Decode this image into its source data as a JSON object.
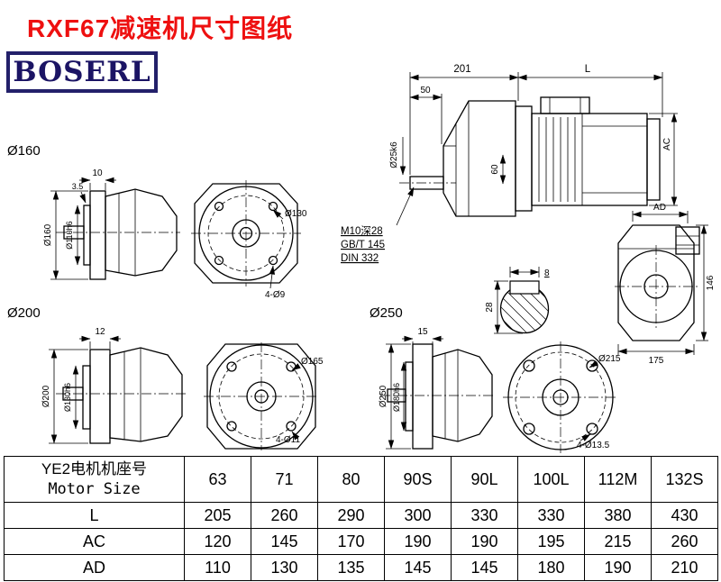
{
  "page": {
    "title": "RXF67减速机尺寸图纸",
    "logo_text": "BOSERL"
  },
  "main_view": {
    "dim_201": "201",
    "dim_L": "L",
    "dim_50": "50",
    "dim_shaft": "Ø25k6",
    "dim_60": "60",
    "dim_AC": "AC",
    "note_thread": "M10深28",
    "note_gb": "GB/T 145",
    "note_din": "DIN 332"
  },
  "keyway_view": {
    "dim_width": "8",
    "dim_height": "28"
  },
  "end_view": {
    "dim_AD": "AD",
    "dim_146": "146",
    "dim_175": "175"
  },
  "flange_160": {
    "label": "Ø160",
    "dim_thickness": "10",
    "dim_spigot": "3.5",
    "dim_od": "Ø160",
    "dim_pilot": "Ø110h6",
    "dim_bcd": "Ø130",
    "dim_holes": "4-Ø9"
  },
  "flange_200": {
    "label": "Ø200",
    "dim_thickness": "12",
    "dim_od": "Ø200",
    "dim_pilot": "Ø130h6",
    "dim_bcd": "Ø165",
    "dim_holes": "4-Ø11"
  },
  "flange_250": {
    "label": "Ø250",
    "dim_thickness": "15",
    "dim_od": "Ø250",
    "dim_pilot": "Ø180h6",
    "dim_bcd": "Ø215",
    "dim_holes": "4-Ø13.5"
  },
  "table": {
    "header_line1": "YE2电机机座号",
    "header_line2": "Motor Size",
    "columns": [
      "63",
      "71",
      "80",
      "90S",
      "90L",
      "100L",
      "112M",
      "132S"
    ],
    "rows": [
      {
        "label": "L",
        "values": [
          "205",
          "260",
          "290",
          "300",
          "330",
          "330",
          "380",
          "430"
        ]
      },
      {
        "label": "AC",
        "values": [
          "120",
          "145",
          "170",
          "190",
          "190",
          "195",
          "215",
          "260"
        ]
      },
      {
        "label": "AD",
        "values": [
          "110",
          "130",
          "135",
          "145",
          "145",
          "180",
          "190",
          "210"
        ]
      }
    ]
  }
}
